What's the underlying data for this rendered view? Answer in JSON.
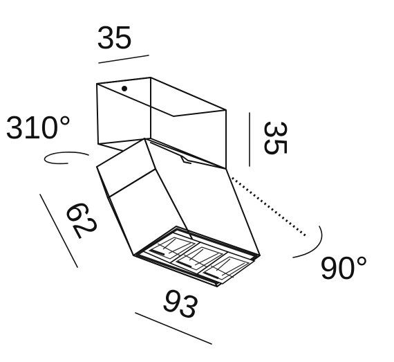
{
  "diagram": {
    "colors": {
      "line": "#111111",
      "background": "#ffffff",
      "lens_dark": "#1a1a1a"
    },
    "dimensions": {
      "mount_width": "35",
      "mount_height": "35",
      "rotation_horizontal": "310°",
      "head_depth": "62",
      "head_length": "93",
      "tilt_angle": "90°"
    }
  }
}
